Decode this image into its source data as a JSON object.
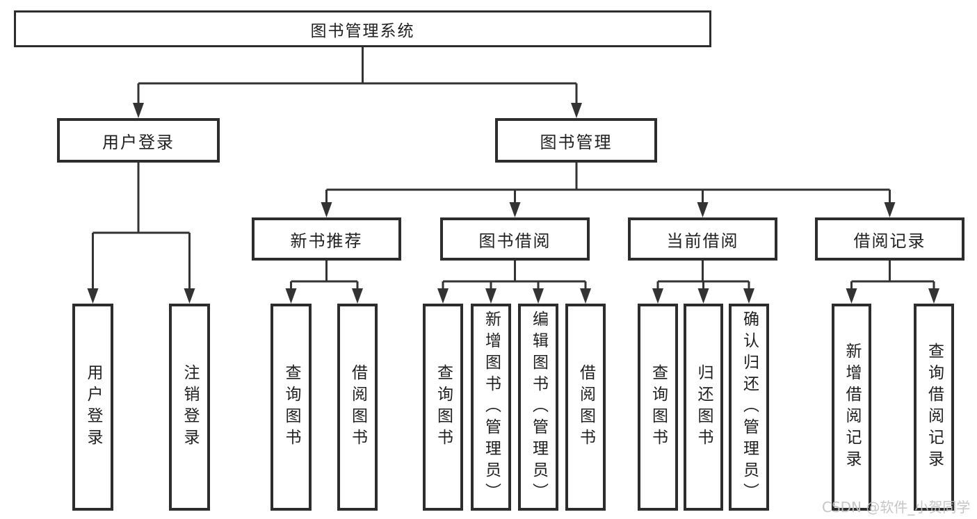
{
  "diagram": {
    "type": "hierarchy-tree",
    "colors": {
      "line": "#333333",
      "box_border": "#2d2d2d",
      "box_fill": "#ffffff",
      "text": "#1f1f1f",
      "watermark": "#c3c3c3",
      "background": "#ffffff"
    }
  },
  "tree": {
    "root": {
      "label": "图书管理系统"
    },
    "children": [
      {
        "label": "用户登录",
        "children": [
          {
            "label": "用户登录"
          },
          {
            "label": "注销登录"
          }
        ]
      },
      {
        "label": "图书管理",
        "children": [
          {
            "label": "新书推荐",
            "children": [
              {
                "label": "查询图书"
              },
              {
                "label": "借阅图书"
              }
            ]
          },
          {
            "label": "图书借阅",
            "children": [
              {
                "label": "查询图书"
              },
              {
                "label": "新增图书（管理员）"
              },
              {
                "label": "编辑图书（管理员）"
              },
              {
                "label": "借阅图书"
              }
            ]
          },
          {
            "label": "当前借阅",
            "children": [
              {
                "label": "查询图书"
              },
              {
                "label": "归还图书"
              },
              {
                "label": "确认归还（管理员）"
              }
            ]
          },
          {
            "label": "借阅记录",
            "children": [
              {
                "label": "新增借阅记录"
              },
              {
                "label": "查询借阅记录"
              }
            ]
          }
        ]
      }
    ]
  },
  "watermark": {
    "text": "CSDN @软件_小贺同学"
  }
}
